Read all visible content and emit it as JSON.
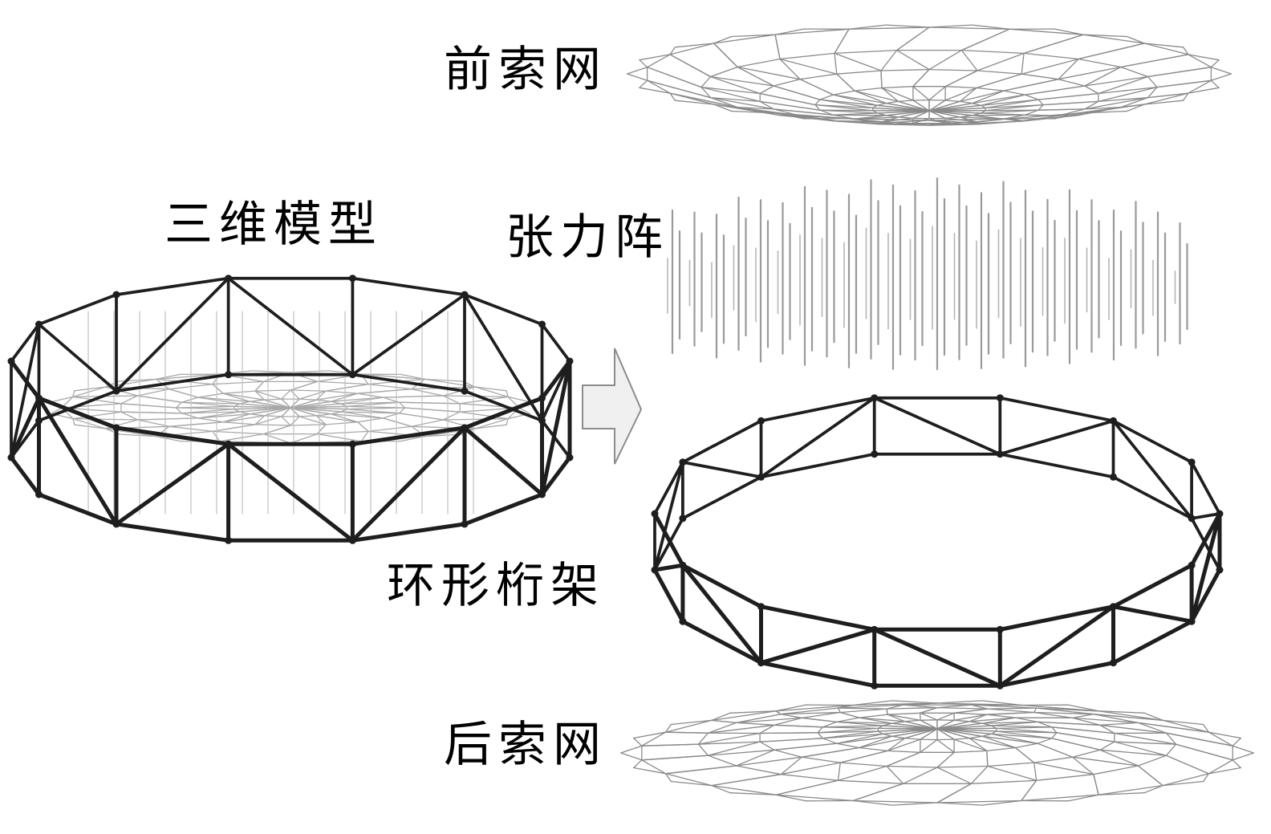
{
  "labels": {
    "front_net": "前索网",
    "model_3d": "三维模型",
    "tension_array": "张力阵",
    "ring_truss": "环形桁架",
    "rear_net": "后索网"
  },
  "colors": {
    "background": "#ffffff",
    "text": "#000000",
    "truss": "#1e1e1e",
    "mesh": "#8a8a8a",
    "tension_ties": "#9a9a9a",
    "arrow_fill": "#f0f0f0",
    "arrow_stroke": "#8c8c8c"
  },
  "icons": {
    "arrow": "right-arrow-icon"
  }
}
